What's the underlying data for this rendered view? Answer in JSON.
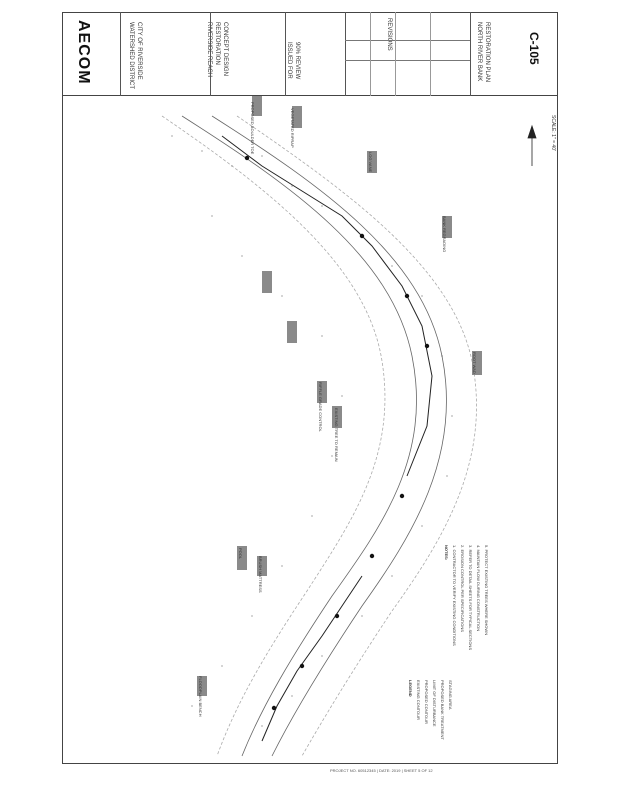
{
  "logo": "AECOM",
  "title_block": {
    "sheet_number": "C-105",
    "sheet_title_1": "NORTH RIVER BANK",
    "sheet_title_2": "RESTORATION PLAN",
    "project_1": "RIVERSIDE REACH",
    "project_2": "RESTORATION",
    "project_3": "CONCEPT DESIGN",
    "client_1": "WATERSHED DISTRICT",
    "client_2": "CITY OF RIVERSIDE",
    "status_1": "ISSUED FOR",
    "status_2": "90% REVIEW",
    "revisions_label": "REVISIONS",
    "scale_label": "SCALE: 1\" = 40'"
  },
  "notes": {
    "heading": "NOTES:",
    "items": [
      "1. CONTRACTOR TO VERIFY EXISTING CONDITIONS",
      "2. EROSION CONTROL PER SPECIFICATIONS",
      "3. REFER TO DETAIL SHEETS FOR TYPICAL SECTIONS",
      "4. MAINTAIN FLOW DURING CONSTRUCTION",
      "5. PROTECT EXISTING TREES WHERE SHOWN"
    ]
  },
  "legend": {
    "heading": "LEGEND",
    "items": [
      "EXISTING CONTOUR",
      "PROPOSED CONTOUR",
      "LIMIT OF DISTURBANCE",
      "PROPOSED BANK TREATMENT",
      "STAGING AREA"
    ]
  },
  "callouts": [
    "PROPOSED BOULDER TOE",
    "VEGETATED RIPRAP",
    "LOG VANE",
    "BANK REGRADING",
    "ROOT WAD",
    "RIFFLE GRADE CONTROL",
    "EXISTING TREE TO REMAIN",
    "POOL",
    "BRUSH MATTRESS",
    "FLOODPLAIN BENCH"
  ],
  "footer": "PROJECT NO. 60512345  |  DATE: 2019  |  SHEET 5 OF 12"
}
